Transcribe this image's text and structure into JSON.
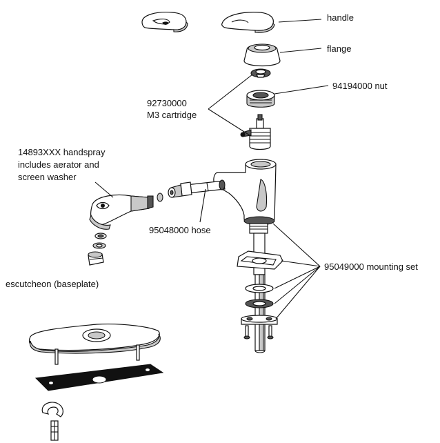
{
  "labels": {
    "handle": "handle",
    "flange": "flange",
    "nut": "94194000 nut",
    "cartridge_line1": "92730000",
    "cartridge_line2": "M3 cartridge",
    "handspray_line1": "14893XXX handspray",
    "handspray_line2": "includes aerator and",
    "handspray_line3": "screen washer",
    "hose": "95048000 hose",
    "mounting_set": "95049000 mounting set",
    "escutcheon": "escutcheon (baseplate)"
  }
}
